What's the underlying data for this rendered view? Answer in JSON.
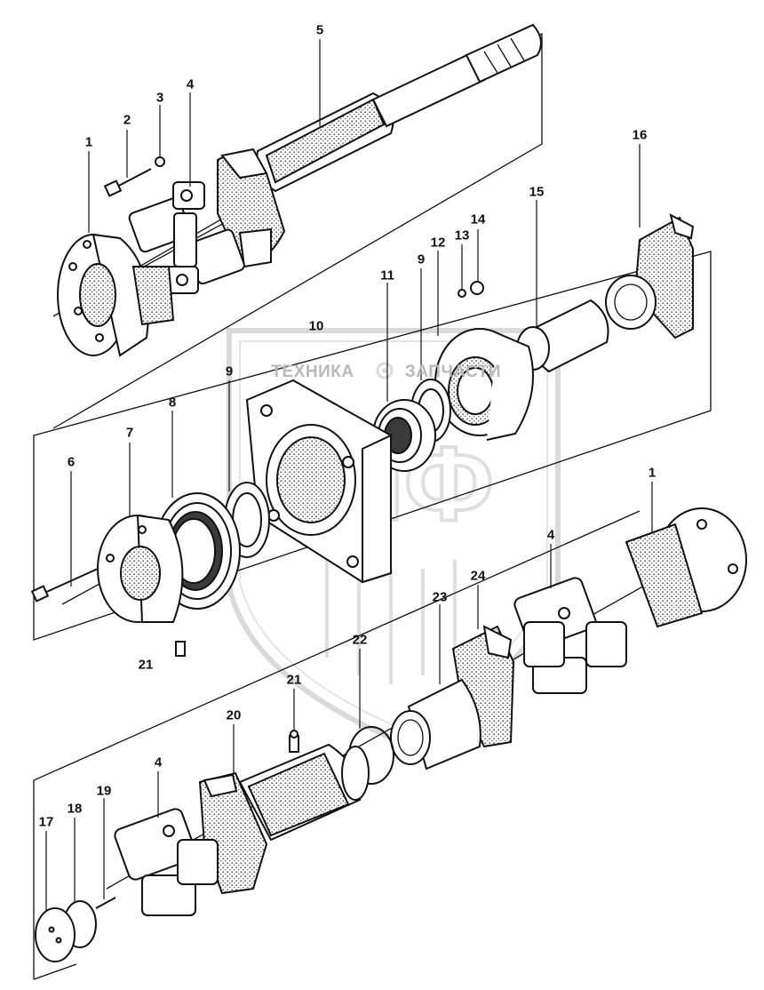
{
  "watermark": {
    "text_left": "ТЕХНИКА",
    "text_right": "ЗАПЧАСТИ",
    "gear_icon": "gear-icon",
    "logo_letters": "ЗиФ",
    "logo_color": "#c6c6c6"
  },
  "callouts": {
    "c1_top": "1",
    "c2": "2",
    "c3": "3",
    "c4_top": "4",
    "c5": "5",
    "c16": "16",
    "c15": "15",
    "c14": "14",
    "c13": "13",
    "c12": "12",
    "c9_right": "9",
    "c11": "11",
    "c10": "10",
    "c9_left": "9",
    "c8": "8",
    "c7": "7",
    "c6": "6",
    "c21_left": "21",
    "c1_right": "1",
    "c4_right": "4",
    "c24": "24",
    "c23": "23",
    "c22": "22",
    "c21_bottom": "21",
    "c20": "20",
    "c4_bottom": "4",
    "c19": "19",
    "c18": "18",
    "c17": "17"
  }
}
